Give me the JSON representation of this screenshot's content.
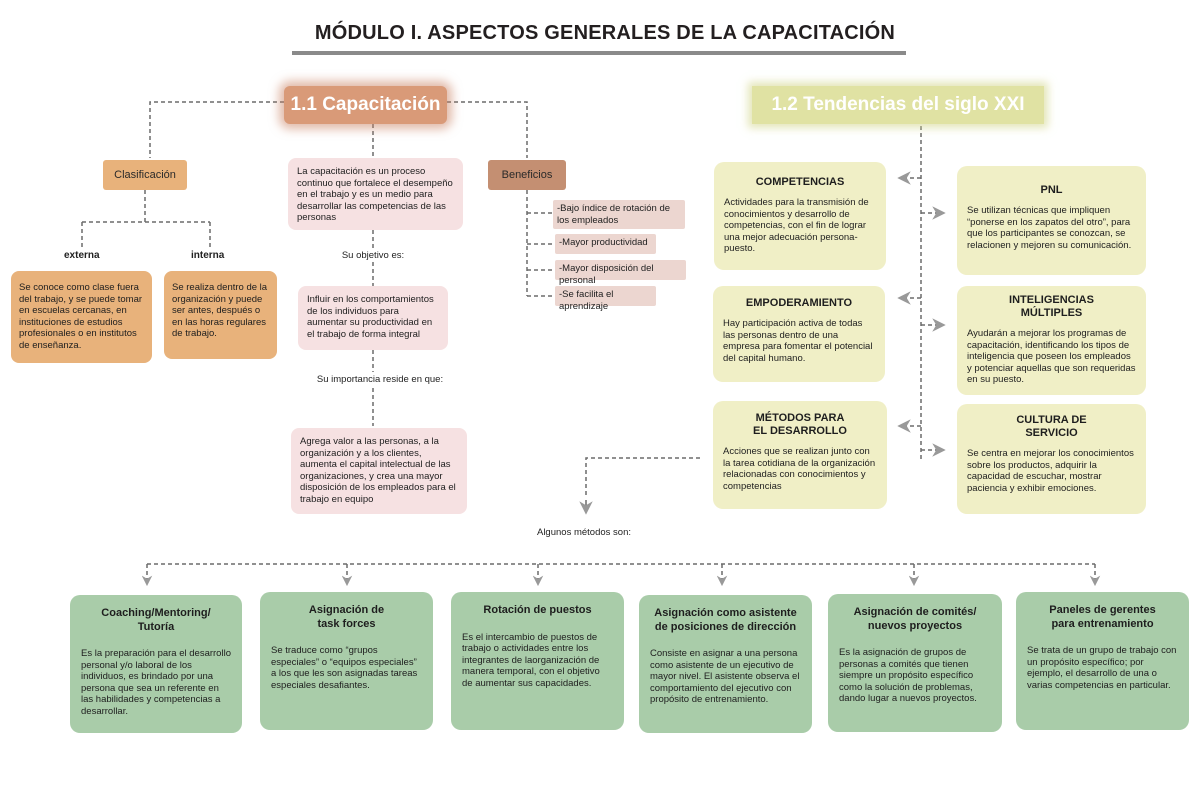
{
  "title": "MÓDULO I. ASPECTOS GENERALES DE LA CAPACITACIÓN",
  "section1": {
    "heading": "1.1 Capacitación",
    "clasificacion": {
      "label": "Clasificación",
      "externa": {
        "label": "externa",
        "text": "Se conoce como clase fuera del trabajo, y se puede tomar en escuelas cercanas, en instituciones de estudios profesionales o en institutos de enseñanza."
      },
      "interna": {
        "label": "interna",
        "text": "Se realiza dentro de la organización y puede ser antes, después o en las horas regulares de trabajo."
      }
    },
    "definition": "La capacitación es un proceso continuo que fortalece el desempeño en el trabajo y es un medio para desarrollar las competencias de las personas",
    "objetivo_label": "Su objetivo es:",
    "objetivo": "Influir en los comportamientos de los individuos para aumentar su productividad en el trabajo de forma integral",
    "importancia_label": "Su importancia reside en que:",
    "importancia": "Agrega valor a las personas, a la organización y a los clientes, aumenta el capital intelectual de las organizaciones, y crea una mayor disposición de los empleados para el trabajo en equipo",
    "beneficios": {
      "label": "Beneficios",
      "items": [
        "-Bajo índice de rotación de los empleados",
        "-Mayor productividad",
        "-Mayor disposición del personal",
        "-Se facilita el aprendizaje"
      ]
    }
  },
  "section2": {
    "heading": "1.2 Tendencias del siglo XXI",
    "left": [
      {
        "title": "COMPETENCIAS",
        "text": "Actividades para la transmisión de conocimientos y desarrollo de competencias, con el fin de lograr una mejor adecuación persona-puesto."
      },
      {
        "title": "EMPODERAMIENTO",
        "text": "Hay participación activa de todas las personas dentro de una empresa para fomentar el potencial del capital humano."
      },
      {
        "title": "MÉTODOS PARA EL DESARROLLO",
        "text": "Acciones que se realizan junto con la tarea cotidiana de la organización relacionadas con conocimientos y competencias"
      }
    ],
    "right": [
      {
        "title": "PNL",
        "text": "Se utilizan técnicas que impliquen “ponerse en los zapatos del otro”, para que los participantes se conozcan, se relacionen y mejoren su comunicación."
      },
      {
        "title": "INTELIGENCIAS MÚLTIPLES",
        "text": "Ayudarán a mejorar los programas de capacitación, identificando los tipos de inteligencia que poseen los empleados y potenciar aquellas que son requeridas en su puesto."
      },
      {
        "title": "CULTURA DE SERVICIO",
        "text": "Se centra en mejorar los conocimientos sobre los productos, adquirir la capacidad de escuchar, mostrar paciencia y exhibir emociones."
      }
    ]
  },
  "methods_label": "Algunos métodos son:",
  "methods": [
    {
      "title": "Coaching/Mentoring/ Tutoría",
      "text": "Es la preparación para el desarrollo personal y/o laboral de los individuos, es brindado por una persona que sea un referente en las habilidades y competencias a desarrollar."
    },
    {
      "title": "Asignación de task forces",
      "text": "Se traduce como “grupos especiales” o “equipos especiales” a los que les son asignadas tareas especiales desafiantes."
    },
    {
      "title": "Rotación de puestos",
      "text": "Es el intercambio de puestos de trabajo o actividades entre los integrantes de laorganización de manera temporal, con el objetivo de aumentar sus capacidades."
    },
    {
      "title": "Asignación como asistente de posiciones  de dirección",
      "text": "Consiste en asignar a una persona como asistente de un ejecutivo de mayor nivel. El asistente observa el comportamiento del ejecutivo con propósito de entrenamiento."
    },
    {
      "title": "Asignación de comités/ nuevos proyectos",
      "text": "Es la asignación de grupos de personas a comités que tienen siempre un propósito específico como la solución de problemas, dando lugar a nuevos proyectos."
    },
    {
      "title": "Paneles de gerentes para entrenamiento",
      "text": "Se trata de un grupo de trabajo con un propósito específico; por ejemplo, el desarrollo de una o varias competencias en particular."
    }
  ],
  "colors": {
    "orange": "#e8b27b",
    "brown": "#c48f72",
    "pink": "#f6e1e2",
    "yellow": "#f0efc6",
    "green": "#a9cca9",
    "connector": "#6b6b6b"
  }
}
